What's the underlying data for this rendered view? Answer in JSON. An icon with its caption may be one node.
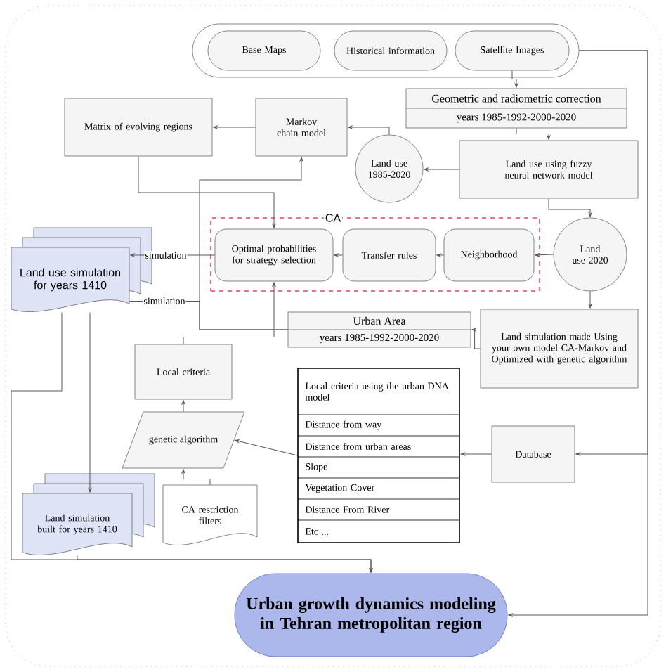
{
  "diagram": {
    "nodes": [
      {
        "text": [],
        "shape": "box"
      },
      {
        "text": [
          "Base Maps"
        ],
        "in": 0
      },
      {
        "text": [
          "Historical information"
        ],
        "in": 0
      },
      {
        "text": [
          "Satellite Images"
        ],
        "in": 0
      },
      {
        "text": [
          "Geometric and radiometric correction",
          "years 1985-1992-2000-2020"
        ]
      },
      {
        "text": [
          "Matrix of evolving regions"
        ]
      },
      {
        "text": [
          "Markov chain model"
        ]
      },
      {
        "text": [
          "Land use 1985-2020"
        ]
      },
      {
        "text": [
          "Land use using fuzzy neural network model"
        ]
      },
      {
        "text": [
          "CA"
        ]
      },
      {
        "text": [
          "Optimal probabilities for strategy selection"
        ],
        "in": 9
      },
      {
        "text": [
          "Transfer rules"
        ],
        "in": 9
      },
      {
        "text": [
          "Neighborhood"
        ],
        "in": 9
      },
      {
        "text": [
          "Land use 2020"
        ]
      },
      {
        "text": [
          "Land use simulation for years 1410"
        ]
      },
      {
        "text": [
          "Urban Area",
          "years 1985-1992-2000-2020"
        ]
      },
      {
        "text": [
          "Land simulation made Using your own model CA-Markov and Optimized with genetic algorithm"
        ]
      },
      {
        "text": [
          "Local criteria"
        ]
      },
      {
        "text": [
          "Local criteria using the urban DNA model",
          "Distance from way",
          "Distance from urban areas",
          "Slope",
          "Vegetation Cover",
          "Distance From River",
          "Etc ..."
        ]
      },
      {
        "text": [
          "genetic algorithm"
        ]
      },
      {
        "text": [
          "Database"
        ]
      },
      {
        "text": [
          "Land simulation built for years 1410"
        ]
      },
      {
        "text": [
          "CA restriction filters"
        ]
      },
      {
        "text": [
          "Urban growth dynamics modeling in Tehran metropolitan region"
        ]
      }
    ],
    "edges": [
      {
        "from": 3,
        "to": 4,
        "arrow": "to"
      },
      {
        "from": 4,
        "to": 8,
        "arrow": "to"
      },
      {
        "from": 8,
        "to": 7,
        "arrow": "to"
      },
      {
        "from": 7,
        "to": 6,
        "arrow": "to"
      },
      {
        "from": 6,
        "to": 5,
        "arrow": "to"
      },
      {
        "from": 5,
        "to": 10,
        "arrow": "to"
      },
      {
        "from": 8,
        "to": 13,
        "arrow": "to"
      },
      {
        "from": 13,
        "to": 12,
        "arrow": "to"
      },
      {
        "from": 12,
        "to": 11,
        "arrow": "to"
      },
      {
        "from": 11,
        "to": 10,
        "arrow": "to"
      },
      {
        "from": 10,
        "to": 14,
        "arrow": "to",
        "label": "simulation"
      },
      {
        "from": 15,
        "to": 6,
        "arrow": "to"
      },
      {
        "from": 14,
        "to": 15,
        "arrow": "none",
        "label": "simulation"
      },
      {
        "from": 16,
        "to": 15,
        "arrow": "to"
      },
      {
        "from": 13,
        "to": 16,
        "arrow": "to"
      },
      {
        "from": 17,
        "to": 10,
        "arrow": "to"
      },
      {
        "from": 19,
        "to": 17,
        "arrow": "to"
      },
      {
        "from": 22,
        "to": 19,
        "arrow": "to"
      },
      {
        "from": 18,
        "to": 19,
        "arrow": "to"
      },
      {
        "from": 20,
        "to": 18,
        "arrow": "to"
      },
      {
        "from": 0,
        "to": 20,
        "arrow": "to"
      },
      {
        "from": 0,
        "to": 23,
        "arrow": "to"
      },
      {
        "from": 14,
        "to": 21,
        "arrow": "to"
      },
      {
        "from": 14,
        "to": 23,
        "arrow": "to"
      },
      {
        "from": 21,
        "to": 23,
        "arrow": "to"
      }
    ]
  }
}
